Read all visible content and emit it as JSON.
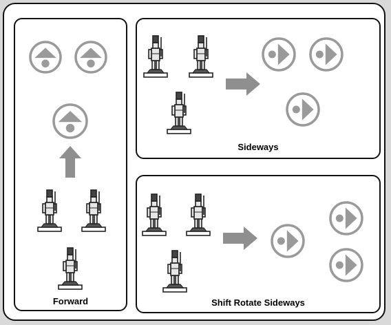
{
  "colors": {
    "frame_border": "#111111",
    "background": "#ffffff",
    "outer_background": "#d9d9d9",
    "icon_gray": "#9a9a9a",
    "arrow_gray": "#8f8f8f",
    "figure_fill": "#e6e6e6",
    "figure_stroke": "#222222"
  },
  "panels": {
    "forward": {
      "label": "Forward",
      "direction_icon": "triangle-up-circle-icon",
      "arrow": "arrow-up-icon",
      "figure": "soldier-figure-icon"
    },
    "sideways": {
      "label": "Sideways",
      "direction_icon": "triangle-right-circle-icon",
      "arrow": "arrow-right-icon",
      "figure": "soldier-figure-icon"
    },
    "shift_rotate": {
      "label": "Shift Rotate Sideways",
      "direction_icon": "triangle-right-circle-icon",
      "arrow": "arrow-right-icon",
      "figure": "soldier-figure-icon"
    }
  }
}
